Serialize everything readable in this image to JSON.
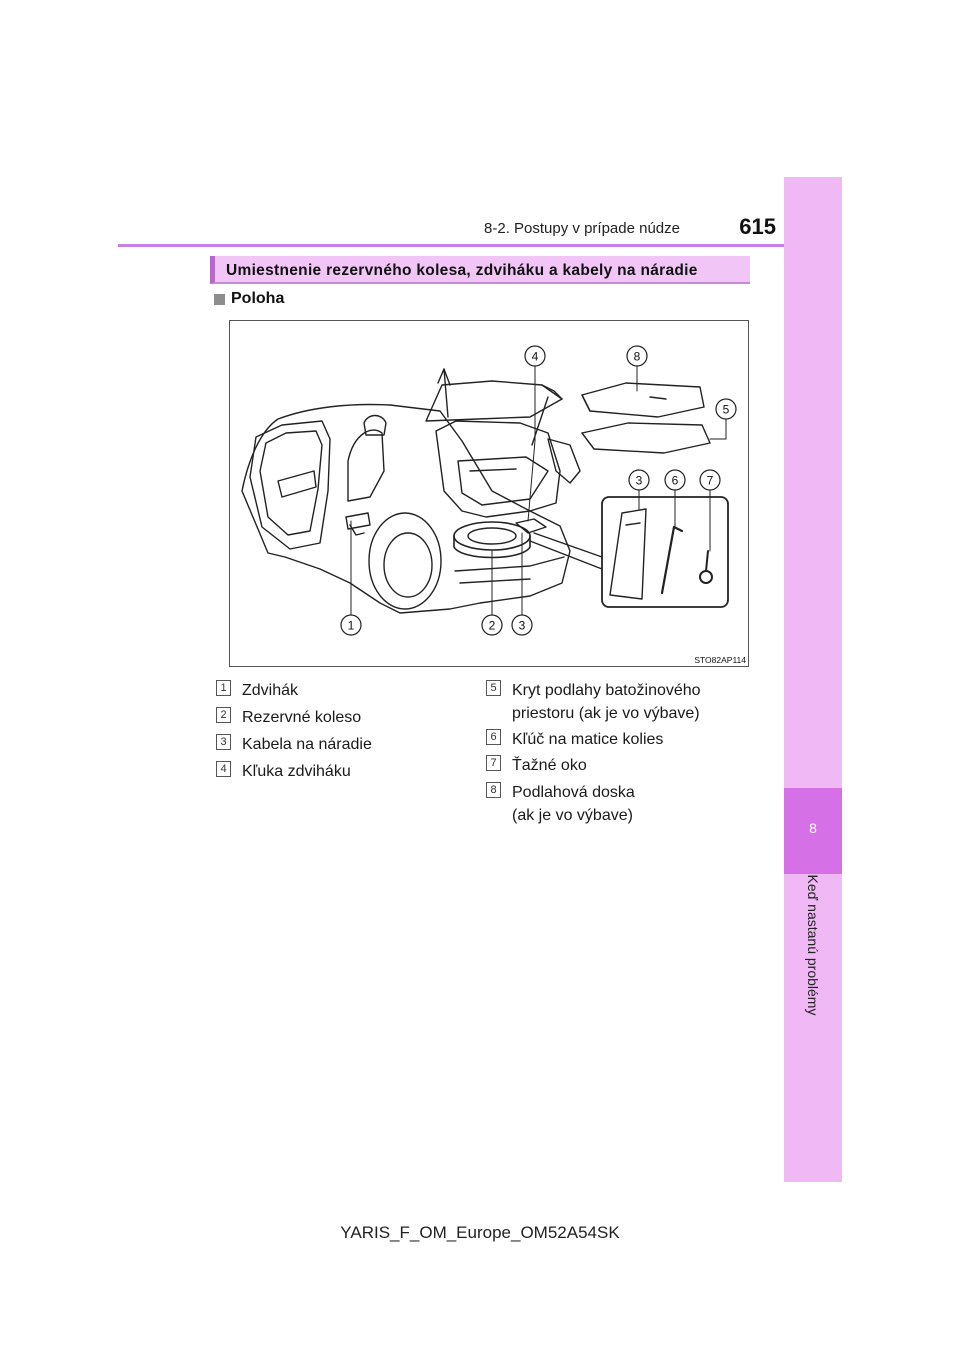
{
  "header": {
    "page_number": "615",
    "section_title": "8-2. Postupy v prípade núdze"
  },
  "side_tab": {
    "chapter_number": "8",
    "chapter_title": "Keď nastanú problémy"
  },
  "section": {
    "heading": "Umiestnenie rezervného kolesa, zdviháku a kabely na náradie",
    "subheading": "Poloha"
  },
  "figure": {
    "code": "STO82AP114",
    "callouts": [
      "1",
      "2",
      "3",
      "4",
      "5",
      "6",
      "7",
      "8"
    ]
  },
  "legend": [
    {
      "number": "1",
      "lines": [
        "Zdvihák"
      ]
    },
    {
      "number": "2",
      "lines": [
        "Rezervné koleso"
      ]
    },
    {
      "number": "3",
      "lines": [
        "Kabela na náradie"
      ]
    },
    {
      "number": "4",
      "lines": [
        "Kľuka zdviháku"
      ]
    },
    {
      "number": "5",
      "lines": [
        "Kryt podlahy batožinového",
        "priestoru (ak je vo výbave)"
      ]
    },
    {
      "number": "6",
      "lines": [
        "Kľúč na matice kolies"
      ]
    },
    {
      "number": "7",
      "lines": [
        "Ťažné oko"
      ]
    },
    {
      "number": "8",
      "lines": [
        "Podlahová doska",
        "(ak je vo výbave)"
      ]
    }
  ],
  "footer": {
    "document_code": "YARIS_F_OM_Europe_OM52A54SK"
  }
}
